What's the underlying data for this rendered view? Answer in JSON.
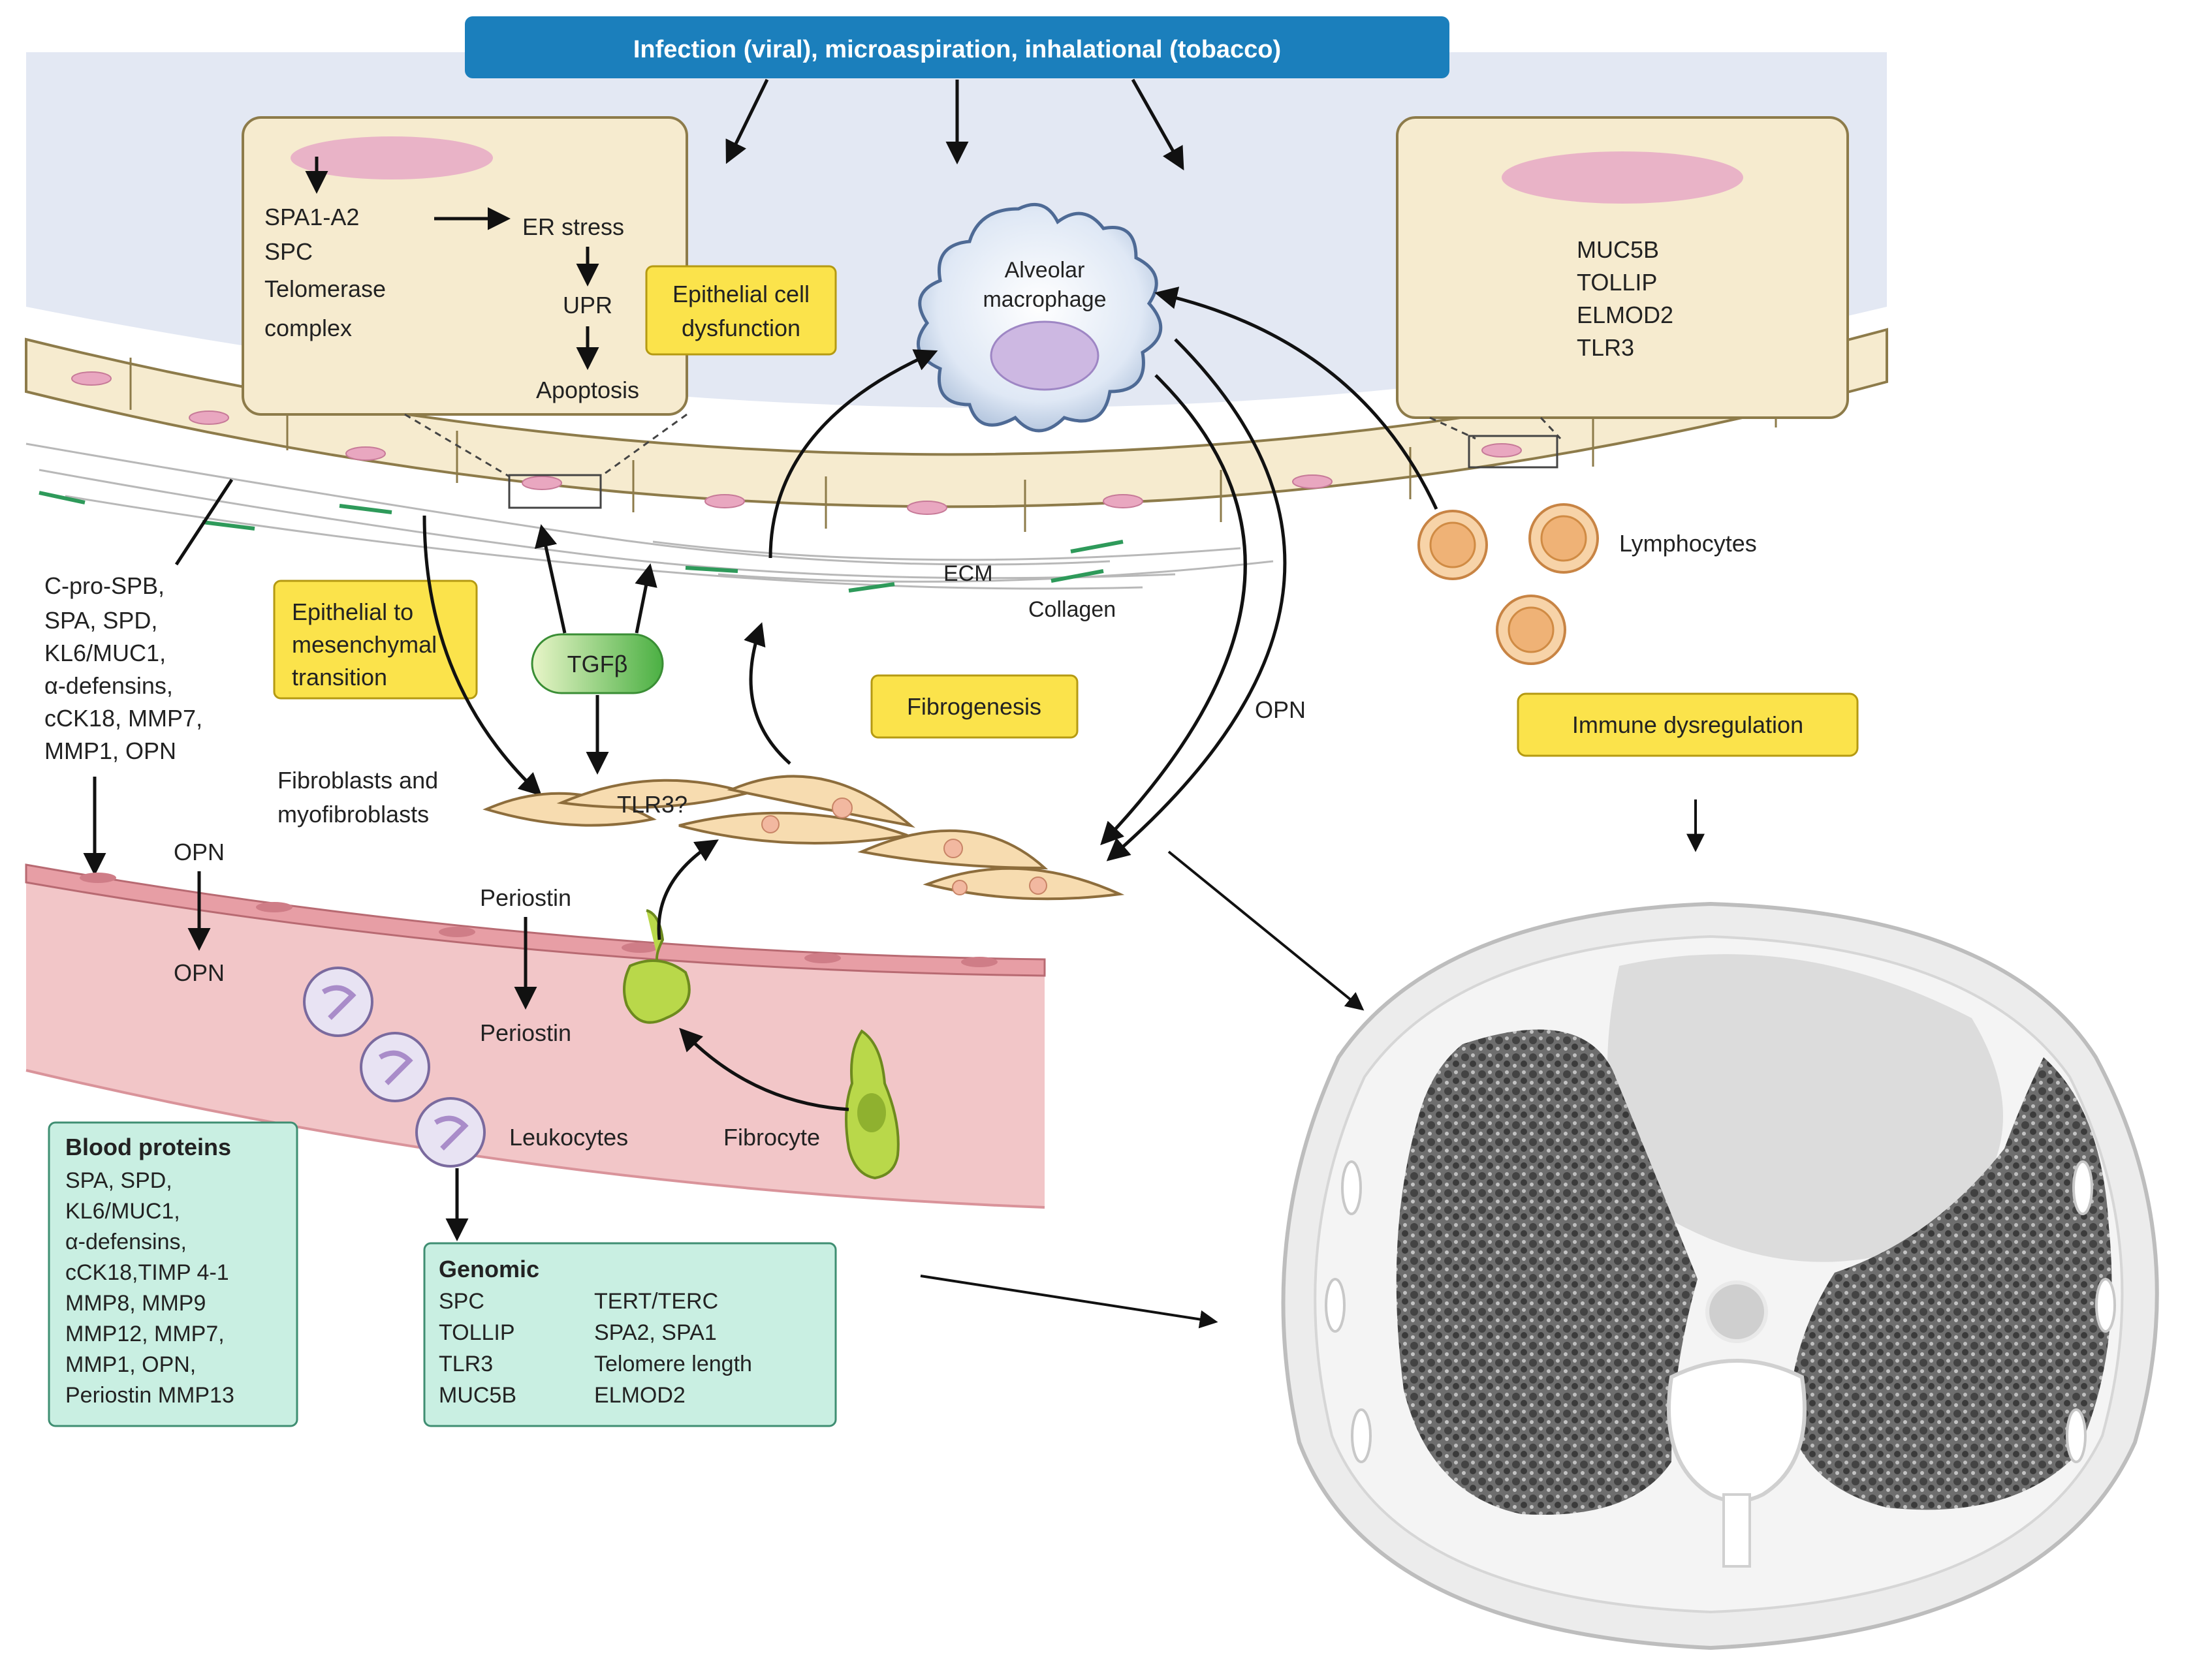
{
  "header": {
    "text": "Infection (viral), microaspiration, inhalational (tobacco)"
  },
  "colors": {
    "header_blue": "#1b7fbc",
    "airspace": "#e3e8f3",
    "cell_beige": "#f6ebcf",
    "yellow_label": "#fbe34b",
    "green_box": "#c9efe2",
    "vessel_pink": "#f2c6c8",
    "fibrocyte_green": "#b9d84a"
  },
  "epithelial_panel": {
    "genes": [
      "SPA1-A2",
      "SPC",
      "Telomerase",
      "complex"
    ],
    "cascade": [
      "ER stress",
      "UPR",
      "Apoptosis"
    ]
  },
  "labels": {
    "epithelial_dysfunction": [
      "Epithelial cell",
      "dysfunction"
    ],
    "macrophage": [
      "Alveolar",
      "macrophage"
    ],
    "emt": [
      "Epithelial to",
      "mesenchymal",
      "transition"
    ],
    "tgfb": "TGFβ",
    "ecm": "ECM",
    "collagen": "Collagen",
    "fibrogenesis": "Fibrogenesis",
    "opn_right": "OPN",
    "lymphocytes": "Lymphocytes",
    "immune": "Immune dysregulation",
    "fibroblasts": [
      "Fibroblasts and",
      "myofibroblasts"
    ],
    "tlr3": "TLR3?",
    "opn_top": "OPN",
    "opn_bottom": "OPN",
    "periostin_top": "Periostin",
    "periostin_bottom": "Periostin",
    "leukocytes": "Leukocytes",
    "fibrocyte": "Fibrocyte"
  },
  "immune_panel": {
    "genes": [
      "MUC5B",
      "TOLLIP",
      "ELMOD2",
      "TLR3"
    ]
  },
  "left_markers": [
    "C-pro-SPB,",
    "SPA, SPD,",
    "KL6/MUC1,",
    "α-defensins,",
    "cCK18, MMP7,",
    "MMP1, OPN"
  ],
  "blood_proteins": {
    "title": "Blood proteins",
    "lines": [
      "SPA, SPD,",
      "KL6/MUC1,",
      "α-defensins,",
      "cCK18,TIMP 4-1",
      "MMP8, MMP9",
      "MMP12,  MMP7,",
      "MMP1, OPN,",
      "Periostin MMP13"
    ]
  },
  "genomic": {
    "title": "Genomic",
    "col1": [
      "SPC",
      "TOLLIP",
      "TLR3",
      "MUC5B"
    ],
    "col2": [
      "TERT/TERC",
      "SPA2, SPA1",
      "Telomere length",
      "ELMOD2"
    ]
  }
}
